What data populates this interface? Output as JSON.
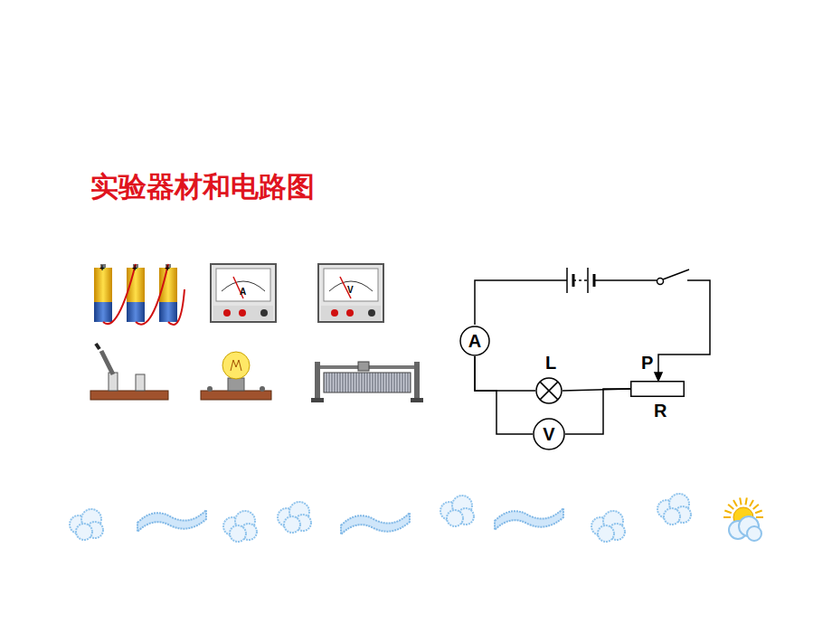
{
  "diagram": {
    "title": "实验器材和电路图",
    "nodes": [
      {
        "text": [
          "A"
        ]
      },
      {
        "text": [
          "L"
        ]
      },
      {
        "text": [
          "V"
        ]
      },
      {
        "text": [
          "P",
          "R"
        ]
      }
    ],
    "edges": [
      {
        "from": 0,
        "to": 1,
        "arrow": "none"
      },
      {
        "from": 0,
        "to": 2,
        "arrow": "none"
      },
      {
        "from": 1,
        "to": 3,
        "arrow": "none"
      },
      {
        "from": 2,
        "to": 3,
        "arrow": "none"
      }
    ],
    "labels": [
      "+",
      "+",
      "+",
      "A",
      "V"
    ]
  }
}
